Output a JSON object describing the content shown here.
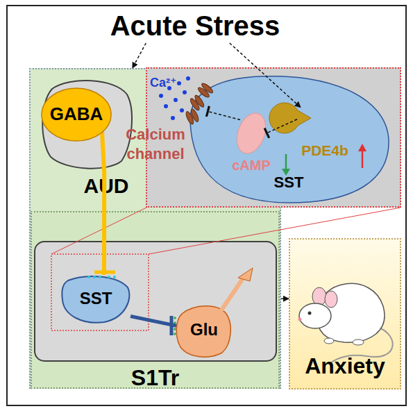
{
  "diagram": {
    "nodes": [
      {
        "text": [
          "Acute Stress"
        ]
      },
      {
        "text": [
          "AUD"
        ]
      },
      {
        "text": [
          "GABA"
        ],
        "in": 1
      },
      {
        "text": [
          "SST"
        ]
      },
      {
        "text": [
          "Calcium channel"
        ]
      },
      {
        "text": [
          "cAMP"
        ],
        "in": 3
      },
      {
        "text": [
          "PDE4b"
        ],
        "in": 3
      },
      {
        "text": [
          "S1Tr"
        ],
        "in": 1
      },
      {
        "text": [
          "SST"
        ],
        "in": 7
      },
      {
        "text": [
          "Glu"
        ],
        "in": 7
      },
      {
        "text": [
          "Anxiety"
        ]
      }
    ],
    "edges": [
      {
        "from": 0,
        "to": 1,
        "arrow": "to"
      },
      {
        "from": 0,
        "to": 6,
        "arrow": "to"
      },
      {
        "from": 6,
        "to": 5,
        "arrow": "to"
      },
      {
        "from": 5,
        "to": 4,
        "arrow": "to"
      },
      {
        "from": 2,
        "to": 8,
        "arrow": "none"
      },
      {
        "from": 8,
        "to": 9,
        "arrow": "none"
      },
      {
        "from": 1,
        "to": 10,
        "arrow": "to"
      }
    ],
    "labels": [
      "Ca²⁺"
    ]
  }
}
